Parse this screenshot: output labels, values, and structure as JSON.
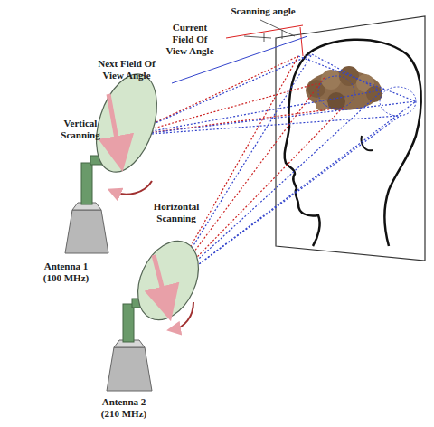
{
  "diagram": {
    "labels": [
      "Scanning angle",
      "Current Field Of View Angle",
      "Next Field Of View Angle",
      "Vertical Scanning",
      "Horizontal Scanning",
      "Antenna 1 (100 MHz)",
      "Antenna 2 (210 MHz)"
    ]
  }
}
